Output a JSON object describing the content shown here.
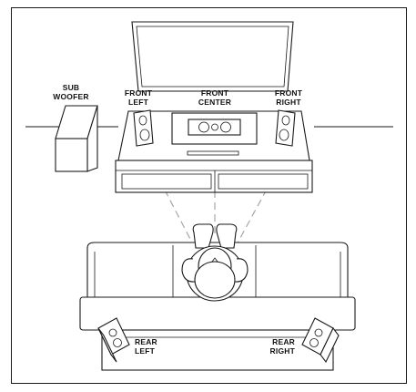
{
  "labels": {
    "sub_woofer": [
      "SUB",
      "WOOFER"
    ],
    "front_left": [
      "FRONT",
      "LEFT"
    ],
    "front_center": [
      "FRONT",
      "CENTER"
    ],
    "front_right": [
      "FRONT",
      "RIGHT"
    ],
    "rear_left": [
      "REAR",
      "LEFT"
    ],
    "rear_right": [
      "REAR",
      "RIGHT"
    ]
  },
  "colors": {
    "line": "#1a1a1a",
    "dashed_path": "#a6a6a6",
    "background": "#ffffff"
  },
  "icons": [
    "tv-icon",
    "tv-stand-icon",
    "subwoofer-icon",
    "speaker-icon",
    "sofa-icon",
    "listener-icon"
  ]
}
